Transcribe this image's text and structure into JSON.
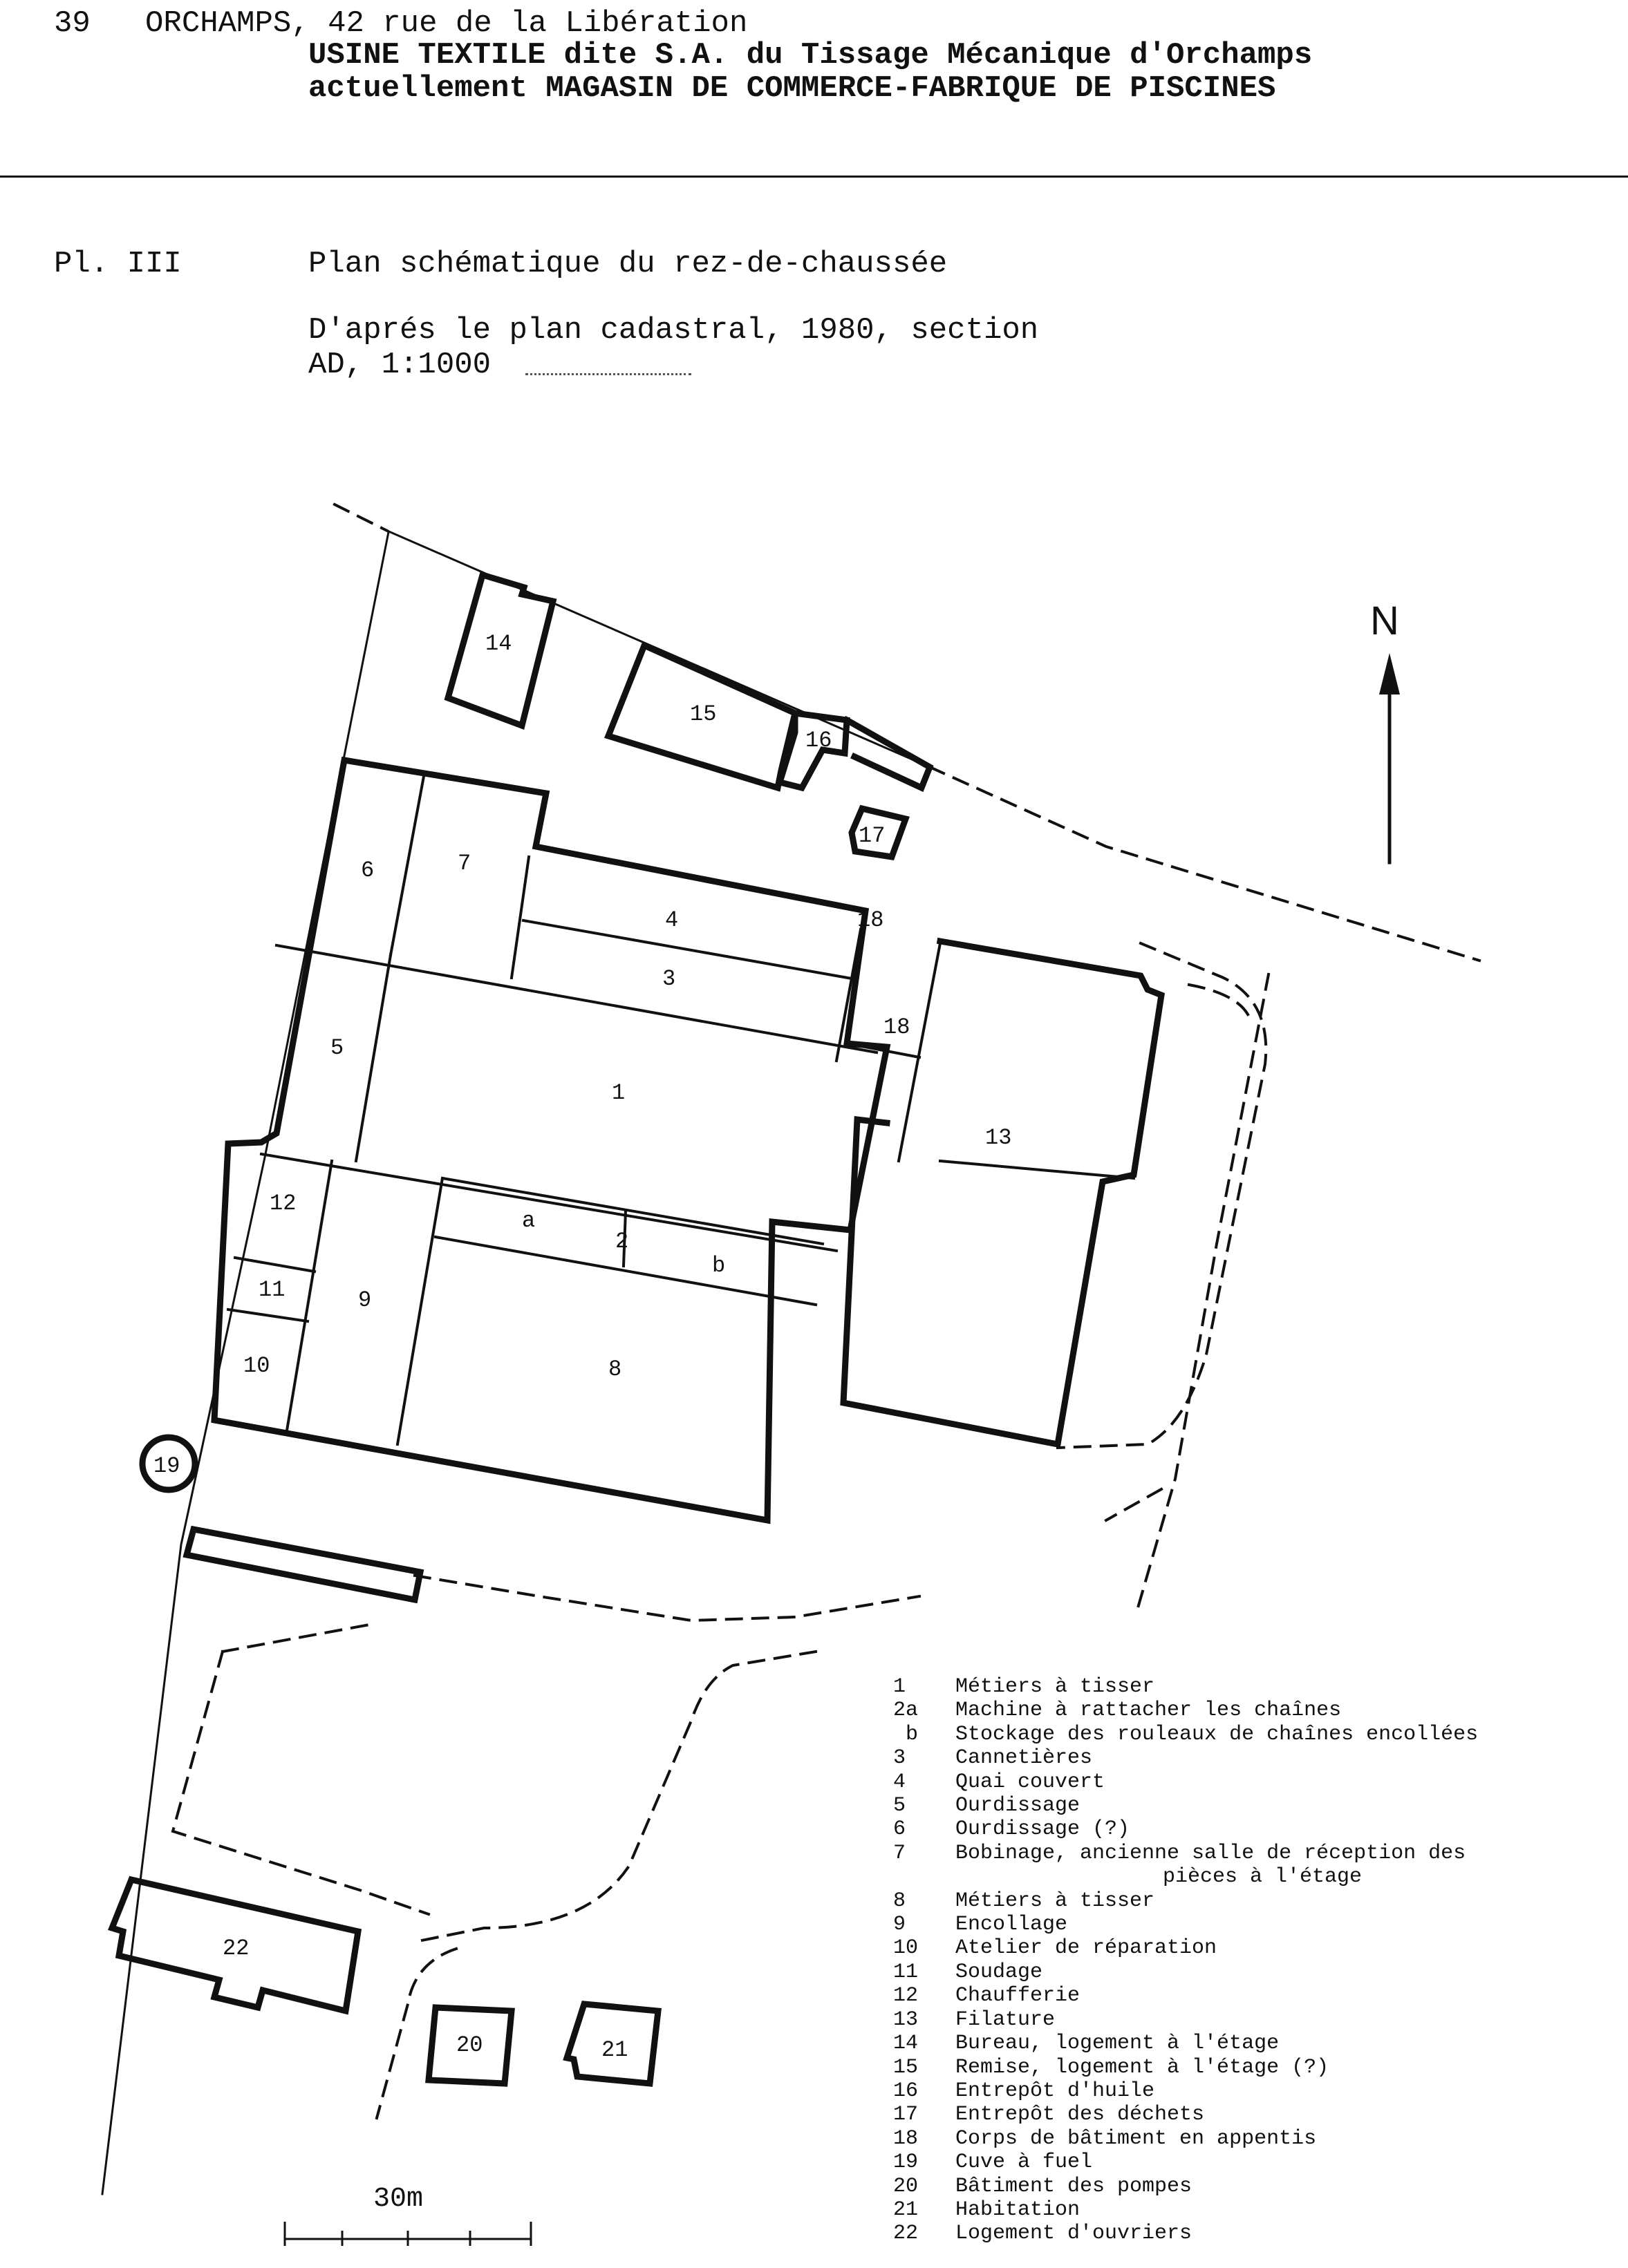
{
  "header": {
    "line1": "39   ORCHAMPS, 42 rue de la Libération",
    "line2": "USINE TEXTILE dite S.A. du Tissage Mécanique d'Orchamps",
    "line3": "actuellement MAGASIN DE COMMERCE-FABRIQUE DE PISCINES"
  },
  "plate": {
    "number": "Pl. III",
    "title": "Plan schématique du rez-de-chaussée",
    "source_line1": "D'aprés le plan cadastral, 1980, section",
    "source_line2": "AD, 1:1000"
  },
  "compass": {
    "label": "N"
  },
  "scale": {
    "label": "30m"
  },
  "plan_labels": {
    "b1": "1",
    "a": "a",
    "b2": "2",
    "b": "b",
    "b3": "3",
    "b4": "4",
    "b5": "5",
    "b6": "6",
    "b7": "7",
    "b8": "8",
    "b9": "9",
    "b10": "10",
    "b11": "11",
    "b12": "12",
    "b13": "13",
    "b14": "14",
    "b15": "15",
    "b16": "16",
    "b17": "17",
    "b18a": "18",
    "b18b": "18",
    "b19": "19",
    "b20": "20",
    "b21": "21",
    "b22": "22"
  },
  "legend": [
    {
      "num": "1",
      "text": "Métiers à tisser"
    },
    {
      "num": "2a",
      "text": "Machine à rattacher les chaînes"
    },
    {
      "num": " b",
      "text": "Stockage des rouleaux de chaînes encollées"
    },
    {
      "num": "3",
      "text": "Cannetières"
    },
    {
      "num": "4",
      "text": "Quai couvert"
    },
    {
      "num": "5",
      "text": "Ourdissage"
    },
    {
      "num": "6",
      "text": "Ourdissage (?)"
    },
    {
      "num": "7",
      "text": "Bobinage, ancienne salle de réception des"
    },
    {
      "num": "",
      "text": "pièces à l'étage"
    },
    {
      "num": "8",
      "text": "Métiers à tisser"
    },
    {
      "num": "9",
      "text": "Encollage"
    },
    {
      "num": "10",
      "text": "Atelier de réparation"
    },
    {
      "num": "11",
      "text": "Soudage"
    },
    {
      "num": "12",
      "text": "Chaufferie"
    },
    {
      "num": "13",
      "text": "Filature"
    },
    {
      "num": "14",
      "text": "Bureau, logement à l'étage"
    },
    {
      "num": "15",
      "text": "Remise, logement à l'étage (?)"
    },
    {
      "num": "16",
      "text": "Entrepôt d'huile"
    },
    {
      "num": "17",
      "text": "Entrepôt des déchets"
    },
    {
      "num": "18",
      "text": "Corps de bâtiment en appentis"
    },
    {
      "num": "19",
      "text": "Cuve à fuel"
    },
    {
      "num": "20",
      "text": "Bâtiment des pompes"
    },
    {
      "num": "21",
      "text": "Habitation"
    },
    {
      "num": "22",
      "text": "Logement d'ouvriers"
    }
  ]
}
